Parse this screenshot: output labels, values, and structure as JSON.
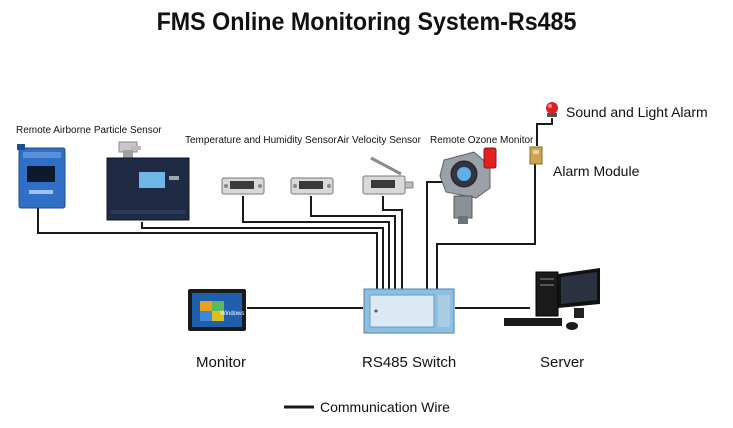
{
  "title": "FMS Online Monitoring System-Rs485",
  "devices": {
    "particle_sensor": "Remote Airborne Particle Sensor",
    "temp_humidity": "Temperature and Humidity Sensor",
    "air_velocity": "Air Velocity Sensor",
    "ozone_monitor": "Remote Ozone Monitor",
    "alarm_light": "Sound and Light Alarm",
    "alarm_module": "Alarm Module",
    "monitor": "Monitor",
    "switch": "RS485 Switch",
    "server": "Server"
  },
  "legend": {
    "wire_label": "Communication Wire"
  },
  "monitor_screen_text": "Windows",
  "colors": {
    "wire": "#1a1a1a",
    "sensor_blue": "#2f6fc6",
    "switch_frame": "#7ab0d6",
    "alarm_red": "#e02020"
  }
}
